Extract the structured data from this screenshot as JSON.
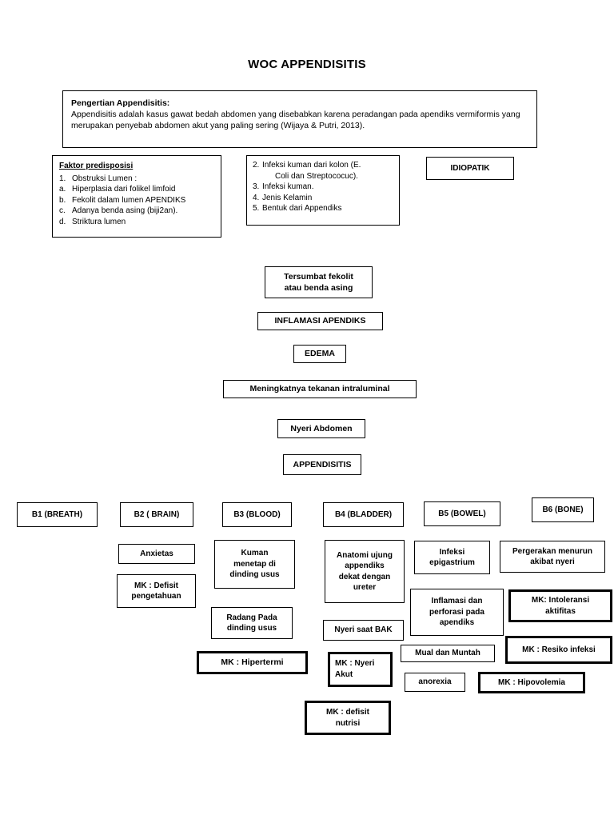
{
  "page": {
    "title": "WOC APPENDISITIS"
  },
  "definition": {
    "heading": "Pengertian Appendisitis:",
    "body": "Appendisitis adalah kasus gawat bedah abdomen yang disebabkan karena peradangan pada apendiks vermiformis yang merupakan penyebab abdomen akut yang paling sering (Wijaya & Putri, 2013)."
  },
  "predisposing": {
    "heading": "Faktor predisposisi",
    "items": [
      {
        "marker": "1.",
        "text": "Obstruksi Lumen :"
      },
      {
        "marker": "a.",
        "text": "Hiperplasia dari folikel limfoid"
      },
      {
        "marker": "b.",
        "text": "Fekolit dalam lumen APENDIKS"
      },
      {
        "marker": "c.",
        "text": "Adanya benda asing (biji2an)."
      },
      {
        "marker": "d.",
        "text": "Striktura lumen"
      }
    ]
  },
  "causes": {
    "items": [
      {
        "marker": "2.",
        "text": "Infeksi kuman dari kolon (E."
      },
      {
        "marker": "",
        "text": "Coli dan Streptococuc)."
      },
      {
        "marker": "3.",
        "text": "Infeksi kuman."
      },
      {
        "marker": "4.",
        "text": "Jenis Kelamin"
      },
      {
        "marker": "5.",
        "text": "Bentuk dari Appendiks"
      }
    ]
  },
  "idiopatik": {
    "label": "IDIOPATIK"
  },
  "flow": {
    "tersumbat": "Tersumbat fekolit\natau benda asing",
    "tersumbat_line1": "Tersumbat fekolit",
    "tersumbat_line2": "atau benda asing",
    "inflamasi": "INFLAMASI APENDIKS",
    "edema": "EDEMA",
    "tekanan": "Meningkatnya tekanan intraluminal",
    "nyeri_abdomen": "Nyeri Abdomen",
    "appendisitis": "APPENDISITIS"
  },
  "bcolumns": [
    {
      "id": "b1",
      "label": "B1 (BREATH)"
    },
    {
      "id": "b2",
      "label": "B2 ( BRAIN)"
    },
    {
      "id": "b3",
      "label": "B3 (BLOOD)"
    },
    {
      "id": "b4",
      "label": "B4 (BLADDER)"
    },
    {
      "id": "b5",
      "label": "B5 (BOWEL)"
    },
    {
      "id": "b6",
      "label": "B6 (BONE)"
    }
  ],
  "nodes": {
    "anxietas": "Anxietas",
    "mk_defisit_pengetahuan_l1": "MK : Defisit",
    "mk_defisit_pengetahuan_l2": "pengetahuan",
    "kuman_l1": "Kuman",
    "kuman_l2": "menetap di",
    "kuman_l3": "dinding usus",
    "radang_l1": "Radang Pada",
    "radang_l2": "dinding usus",
    "mk_hipertermi": "MK : Hipertermi",
    "anatomi_l1": "Anatomi ujung",
    "anatomi_l2": "appendiks",
    "anatomi_l3": "dekat dengan",
    "anatomi_l4": "ureter",
    "nyeri_bak": "Nyeri saat BAK",
    "mk_nyeri_akut_l1": "MK : Nyeri",
    "mk_nyeri_akut_l2": "Akut",
    "mk_defisit_nutrisi_l1": "MK : defisit",
    "mk_defisit_nutrisi_l2": "nutrisi",
    "infeksi_epi_l1": "Infeksi",
    "infeksi_epi_l2": "epigastrium",
    "inflamasi_perf_l1": "Inflamasi  dan",
    "inflamasi_perf_l2": "perforasi pada",
    "inflamasi_perf_l3": "apendiks",
    "mual_muntah": "Mual dan Muntah",
    "anorexia": "anorexia",
    "pergerakan_l1": "Pergerakan menurun",
    "pergerakan_l2": "akibat nyeri",
    "mk_intoleransi_l1": "MK: Intoleransi",
    "mk_intoleransi_l2": "aktifitas",
    "mk_resiko_infeksi": "MK : Resiko infeksi",
    "mk_hipovolemia": "MK : Hipovolemia"
  }
}
